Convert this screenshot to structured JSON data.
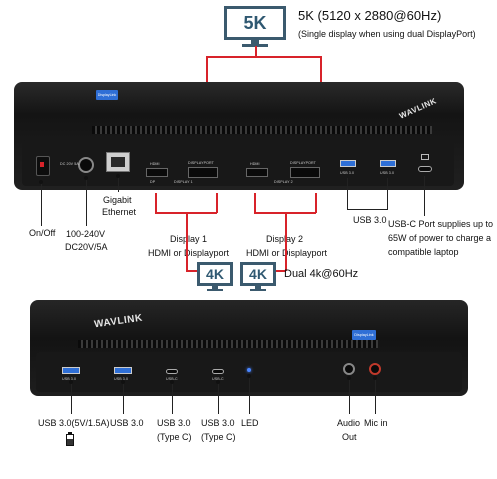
{
  "top": {
    "monitor_label": "5K",
    "resolution_text": "5K (5120 x 2880@60Hz)",
    "resolution_note": "(Single display when using dual DisplayPort)",
    "brand_logo": "WAVLINK",
    "badge": "DisplayLink",
    "port_texts": {
      "hdmi1": "HDMI",
      "dp1": "DISPLAYPORT",
      "display1": "DISPLAY 1",
      "dp_small": "DP",
      "hdmi2": "HDMI",
      "dp2": "DISPLAYPORT",
      "display2": "DISPLAY 2",
      "usb30_a": "USB 3.0",
      "usb30_b": "USB 3.0",
      "dc": "DC 20V 5A"
    },
    "callouts": {
      "onoff": "On/Off",
      "power_line1": "100-240V",
      "power_line2": "DC20V/5A",
      "ethernet_line1": "Gigabit",
      "ethernet_line2": "Ethernet",
      "display1_line1": "Display 1",
      "display1_line2": "HDMI or Displayport",
      "display2_line1": "Display 2",
      "display2_line2": "HDMI or Displayport",
      "usb30": "USB 3.0",
      "usbc_line1": "USB-C Port supplies up to",
      "usbc_line2": "65W of power to charge a",
      "usbc_line3": "compatible laptop"
    }
  },
  "middle": {
    "monitor1_label": "4K",
    "monitor2_label": "4K",
    "dual_text": "Dual 4k@60Hz"
  },
  "bottom": {
    "brand_logo": "WAVLINK",
    "badge": "DisplayLink",
    "port_texts": {
      "usb1": "USB 3.0",
      "usb2": "USB 3.0",
      "typec1": "USB-C",
      "typec2": "USB-C"
    },
    "callouts": {
      "usb_charge_line1": "USB 3.0(5V/1.5A)",
      "usb_line1": "USB 3.0",
      "typec1_line1": "USB 3.0",
      "typec1_line2": "(Type C)",
      "typec2_line1": "USB 3.0",
      "typec2_line2": "(Type C)",
      "led": "LED",
      "audio_line1": "Audio",
      "audio_line2": "Out",
      "mic": "Mic in"
    }
  },
  "colors": {
    "accent_red": "#d8232a",
    "monitor_blue": "#2f5871",
    "device_dark": "#1c1c1c",
    "usb_blue": "#2f6fd6"
  },
  "icons": [
    "monitor-icon",
    "ethernet-port-icon",
    "power-switch-icon",
    "battery-charge-icon",
    "headphone-jack-icon",
    "mic-jack-icon"
  ]
}
